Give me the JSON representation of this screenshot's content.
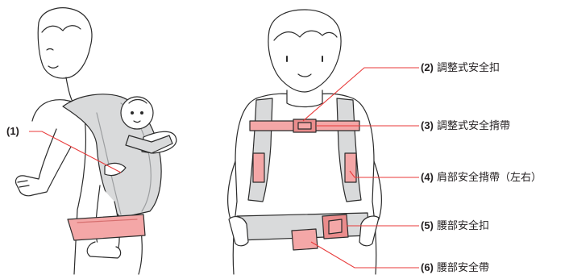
{
  "colors": {
    "outline": "#2b2b2b",
    "pink_fill": "#f4a7a7",
    "pink_fill_deep": "#ea8c8c",
    "pink_callout_line": "#e83a3a",
    "carrier_gray": "#d9dadb",
    "carrier_gray_dark": "#bfc1c3",
    "skin": "#ffffff",
    "text": "#231f20"
  },
  "callouts": [
    {
      "id": "1",
      "num": "(1)",
      "text": ""
    },
    {
      "id": "2",
      "num": "(2)",
      "text": "調整式安全扣"
    },
    {
      "id": "3",
      "num": "(3)",
      "text": "調整式安全揹帶"
    },
    {
      "id": "4",
      "num": "(4)",
      "text": "肩部安全揹帶（左右）"
    },
    {
      "id": "5",
      "num": "(5)",
      "text": "腰部安全扣"
    },
    {
      "id": "6",
      "num": "(6)",
      "text": "腰部安全帶"
    }
  ]
}
